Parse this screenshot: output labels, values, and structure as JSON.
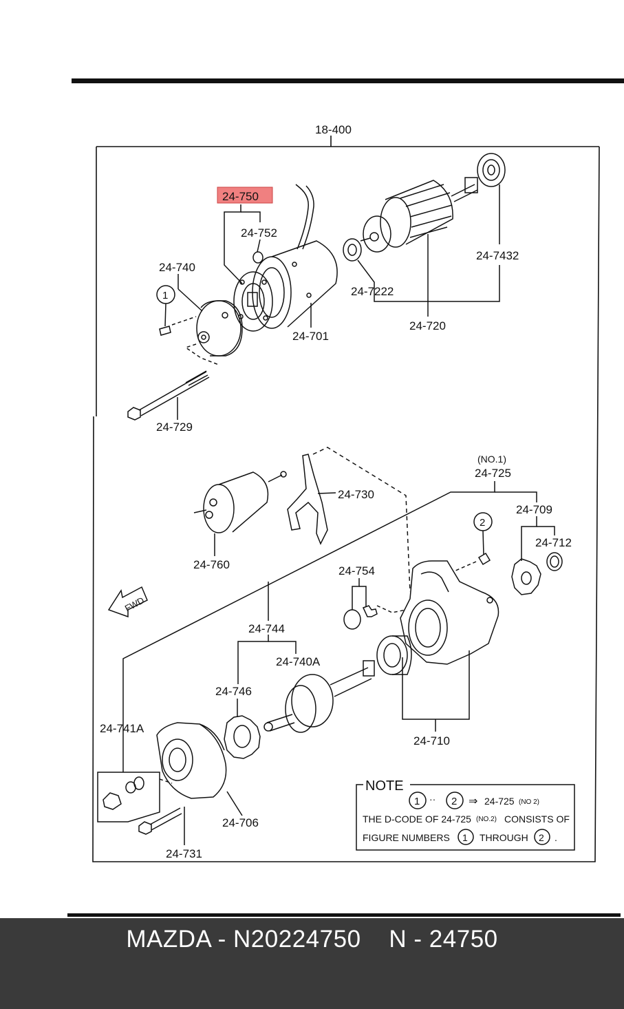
{
  "assembly_label": "18-400",
  "highlight_color": "#f08080",
  "highlighted_part": "24-750",
  "fwd_label": "FWD",
  "labels": {
    "p24_750": "24-750",
    "p24_752": "24-752",
    "p24_740": "24-740",
    "p24_701": "24-701",
    "p24_7222": "24-7222",
    "p24_7432": "24-7432",
    "p24_720": "24-720",
    "p24_729": "24-729",
    "p24_730": "24-730",
    "no1": "(NO.1)",
    "p24_725": "24-725",
    "p24_709": "24-709",
    "p24_712": "24-712",
    "p24_760": "24-760",
    "p24_754": "24-754",
    "p24_744": "24-744",
    "p24_740A": "24-740A",
    "p24_746": "24-746",
    "p24_741A": "24-741A",
    "p24_710": "24-710",
    "p24_706": "24-706",
    "p24_731": "24-731"
  },
  "callouts": {
    "one": "1",
    "two": "2"
  },
  "note": {
    "title": "NOTE",
    "result": "24-725",
    "result_sub": "(NO 2)",
    "line1_a": "THE D-CODE OF 24-725",
    "line1_sub": "(NO.2)",
    "line1_b": "CONSISTS OF",
    "line2_a": "FIGURE NUMBERS",
    "line2_b": "THROUGH",
    "line2_c": "."
  },
  "footer": {
    "text": "MAZDA - N20224750    N - 24750"
  }
}
